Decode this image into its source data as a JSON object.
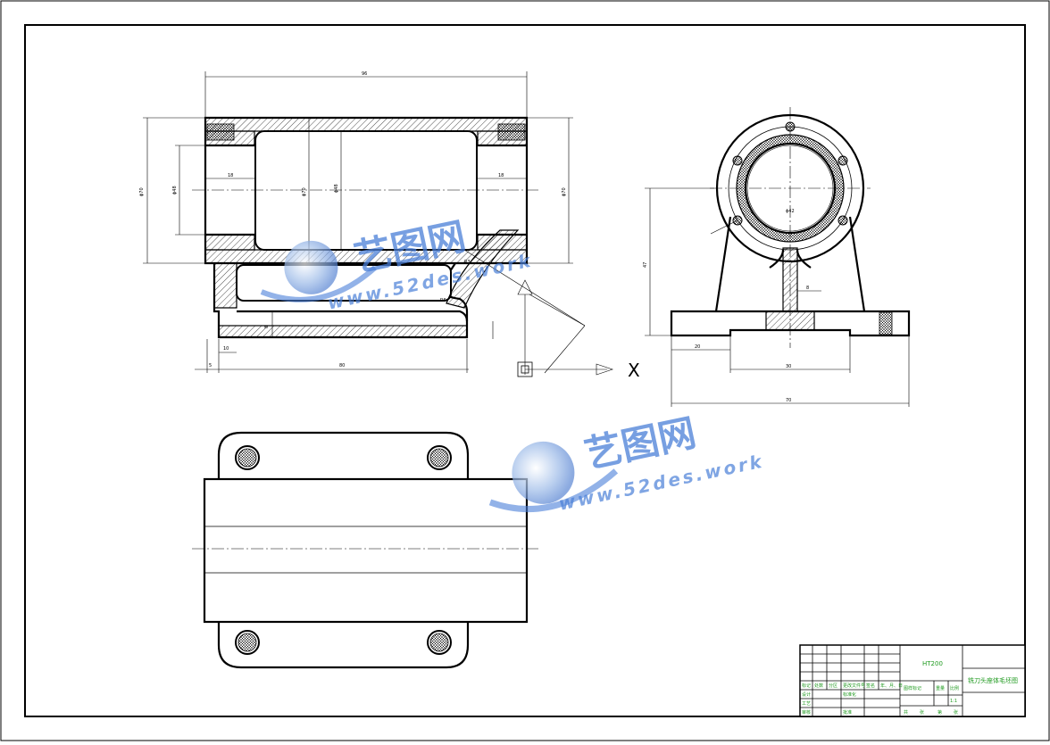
{
  "drawing": {
    "dims_front": {
      "overall_length": "96",
      "height_outer_left": "ϕ70",
      "height_inner_left": "ϕ48",
      "bore_center": "ϕ70",
      "bore_inner": "ϕ48",
      "height_outer_right": "ϕ70",
      "counterbore_left": "18",
      "counterbore_right": "18",
      "base_height": "8",
      "base_offset": "10",
      "base_small": "5",
      "base_length": "80",
      "rib": "R3",
      "rib2": "R6"
    },
    "dims_side": {
      "center_height": "47",
      "bore": "ϕ42",
      "base_left": "20",
      "base_mid": "30",
      "rib_width": "8",
      "overall_width": "70"
    },
    "axis_label": "X"
  },
  "title_block": {
    "material": "HT200",
    "part_name": "铣刀头座体毛坯图",
    "scale_label": "图样标记",
    "weight_label": "重量",
    "ratio_label": "比例",
    "ratio_value": "1:1",
    "sheet_labels": [
      "共",
      "张",
      "第",
      "张"
    ],
    "rev_cols": [
      "标记",
      "处数",
      "分区",
      "更改文件号",
      "签名",
      "年、月、日"
    ],
    "sign_rows": [
      "设计",
      "审核",
      "工艺",
      "标准化",
      "批准"
    ]
  },
  "watermark": {
    "brand": "艺图网",
    "url": "www.52des.work"
  }
}
